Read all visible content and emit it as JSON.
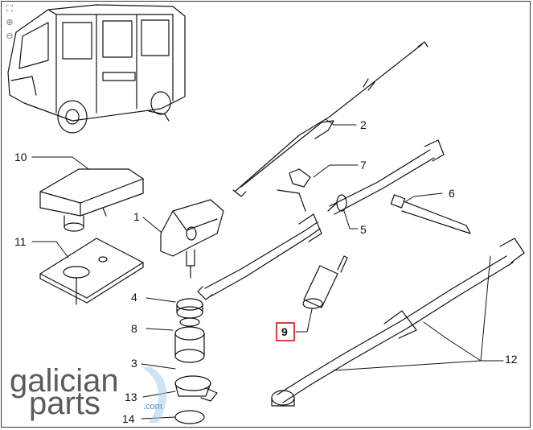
{
  "toolbar": {
    "fit_icon": "fit-screen-icon",
    "zoom_in_icon": "zoom-in-icon",
    "zoom_out_icon": "zoom-out-icon"
  },
  "callouts": {
    "c1": "1",
    "c2": "2",
    "c3": "3",
    "c4": "4",
    "c5": "5",
    "c6": "6",
    "c7": "7",
    "c8": "8",
    "c9": "9",
    "c10": "10",
    "c11": "11",
    "c12": "12",
    "c13": "13",
    "c14": "14"
  },
  "selected_callout": "9",
  "highlight_color": "#d00000",
  "watermark": {
    "line1": "galician",
    "line2": "parts",
    "suffix": ".com",
    "accent_color": "#3a7fc0"
  }
}
